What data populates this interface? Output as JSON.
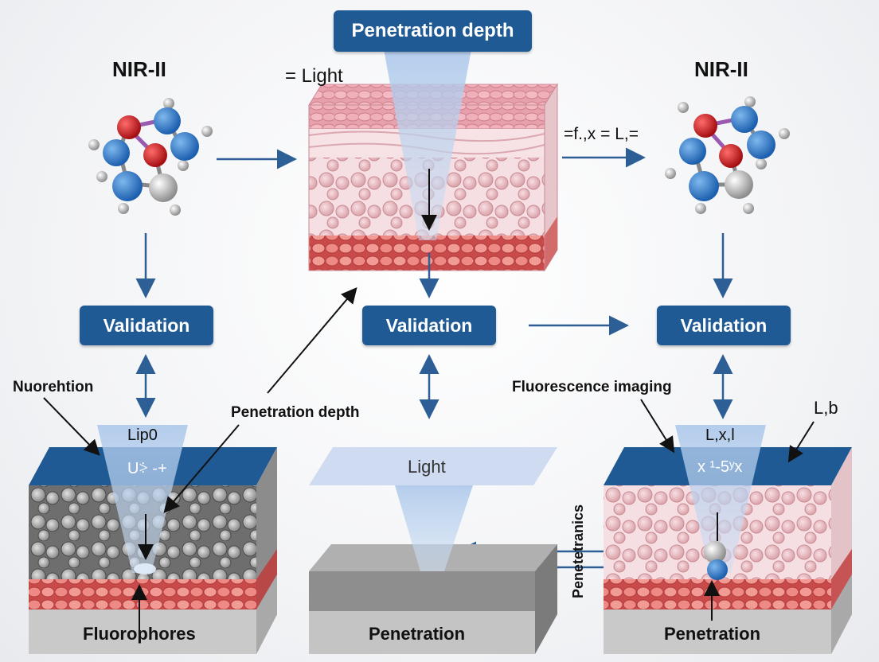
{
  "top_title": "Penetration depth",
  "left_heading": "NIR-II",
  "right_heading": "NIR-II",
  "light_legend": "= Light",
  "equation_label": "=f.,x = L,=",
  "validation_left": "Validation",
  "validation_center": "Validation",
  "validation_right": "Validation",
  "annot_nuorehtion": "Nuorehtion",
  "annot_penetration_depth": "Penetration depth",
  "annot_fluorescence_imaging": "Fluorescence imaging",
  "annot_lb": "L,b",
  "left_beam_line1": "Lip0",
  "left_beam_line2": "U⸖ -+",
  "center_light_plane": "Light",
  "right_beam_line1": "L,x,l",
  "right_beam_line2": "x ¹-5ʸx",
  "vertical_label": "Penetetranics",
  "bottom_left_label": "Fluorophores",
  "bottom_center_label": "Penetration",
  "bottom_right_label": "Penetration",
  "colors": {
    "accent": "#1f5a94",
    "tissue_red": "#e26a6a",
    "beam": "#a9c6ea"
  }
}
